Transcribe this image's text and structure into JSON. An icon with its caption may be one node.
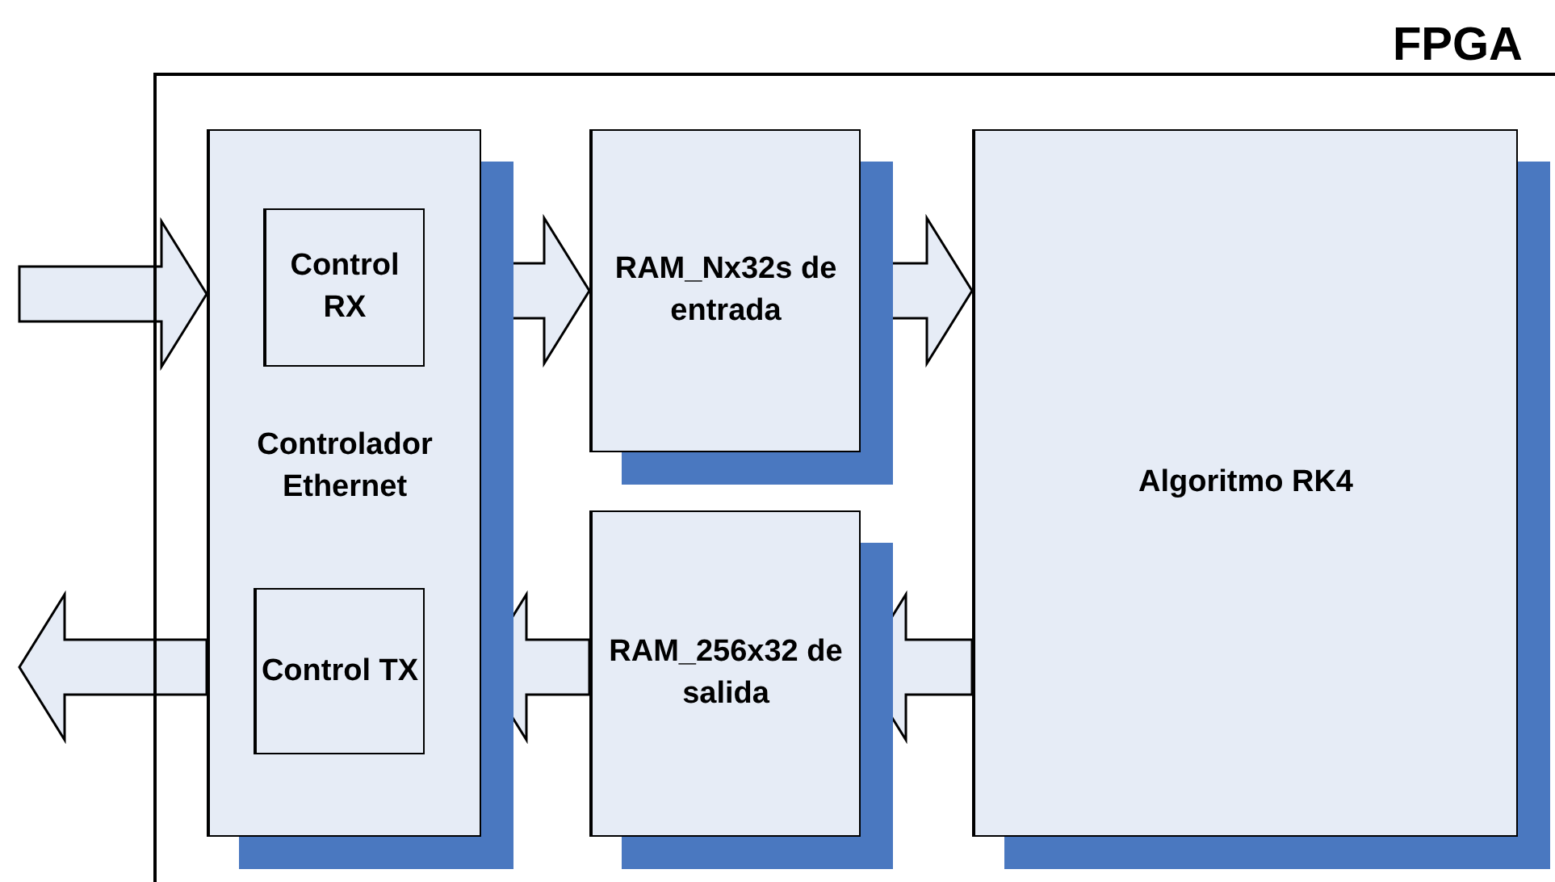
{
  "diagram": {
    "nodes": [
      {
        "text": [
          "FPGA"
        ]
      },
      {
        "text": [
          "Controlador Ethernet"
        ],
        "in": 0
      },
      {
        "text": [
          "Control RX"
        ],
        "in": 1
      },
      {
        "text": [
          "Control TX"
        ],
        "in": 1
      },
      {
        "text": [
          "RAM_Nx32s de entrada"
        ],
        "in": 0
      },
      {
        "text": [
          "RAM_256x32 de salida"
        ],
        "in": 0
      },
      {
        "text": [
          "Algoritmo RK4"
        ],
        "in": 0
      }
    ],
    "edges": [
      {
        "from": null,
        "to": 1,
        "arrow": "to"
      },
      {
        "from": 1,
        "to": 4,
        "arrow": "to"
      },
      {
        "from": 4,
        "to": 6,
        "arrow": "to"
      },
      {
        "from": 6,
        "to": 5,
        "arrow": "to"
      },
      {
        "from": 5,
        "to": 1,
        "arrow": "to"
      },
      {
        "from": 1,
        "to": null,
        "arrow": "to"
      }
    ]
  }
}
